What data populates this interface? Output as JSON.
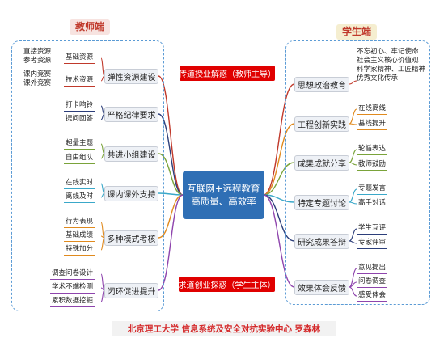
{
  "headers": {
    "teacher": "教师端",
    "student": "学生端"
  },
  "center": {
    "line1": "互联网+远程教育",
    "line2": "高质量、高效率"
  },
  "mid": {
    "top": "传道授业解惑（教师主导）",
    "bottom": "求道创业探惑（学生主体）"
  },
  "teacher": [
    {
      "label": "弹性资源建设",
      "leaves": [
        "基础资源",
        "技术资源"
      ],
      "subs": [
        [
          "直接资源",
          "参考资源"
        ],
        [
          "课内竞赛",
          "课外竞赛"
        ]
      ]
    },
    {
      "label": "严格纪律要求",
      "leaves": [
        "打卡响铃",
        "提问回答"
      ]
    },
    {
      "label": "共进小组建设",
      "leaves": [
        "超量主题",
        "自由组队"
      ]
    },
    {
      "label": "课内课外支持",
      "leaves": [
        "在线实时",
        "离线及时"
      ]
    },
    {
      "label": "多种模式考核",
      "leaves": [
        "行为表现",
        "基础成绩",
        "特殊加分"
      ]
    },
    {
      "label": "闭环促进提升",
      "leaves": [
        "调查问卷设计",
        "学术不端检测",
        "累积数据挖掘"
      ]
    }
  ],
  "student": [
    {
      "label": "思想政治教育",
      "leaves": [
        "不忘初心、牢记使命",
        "社会主义核心价值观",
        "科学家精神、工匠精神",
        "优秀文化传承"
      ]
    },
    {
      "label": "工程创新实践",
      "leaves": [
        "在线离线",
        "基线提升"
      ]
    },
    {
      "label": "成果成就分享",
      "leaves": [
        "轮循表达",
        "教师鼓励"
      ]
    },
    {
      "label": "特定专题讨论",
      "leaves": [
        "专题发言",
        "高手对话"
      ]
    },
    {
      "label": "研究成果答辩",
      "leaves": [
        "学生互评",
        "专家评审"
      ]
    },
    {
      "label": "效果体会反馈",
      "leaves": [
        "意见提出",
        "问卷调查",
        "感受体会"
      ]
    }
  ],
  "footer": "北京理工大学 信息系统及安全对抗实验中心 罗森林",
  "colors": {
    "panel_border": "#5b9bd5",
    "center_bg": "#2f6fb5",
    "red": "#e00000",
    "branch": [
      "#c0392b",
      "#2c3e7a",
      "#7aa33a",
      "#3aa8c9",
      "#e08a1e",
      "#8e44ad"
    ]
  }
}
